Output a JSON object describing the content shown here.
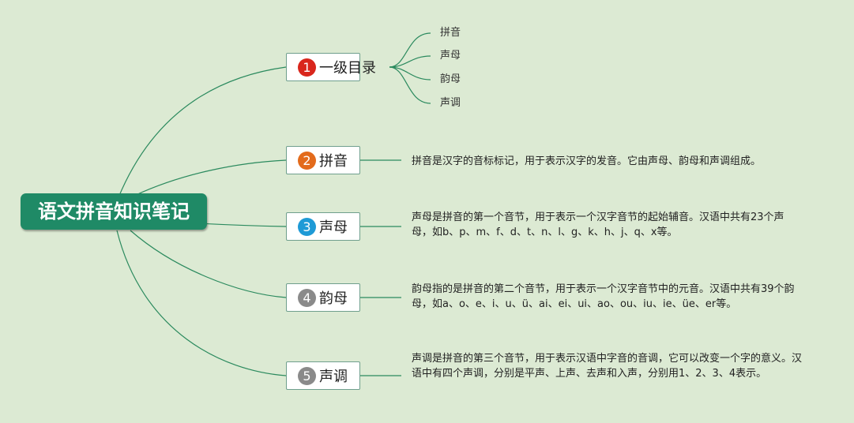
{
  "root": {
    "title": "语文拼音知识笔记"
  },
  "colors": {
    "background": "#dcead3",
    "root_fill": "#1f8a66",
    "line": "#2b8a5e",
    "topic_border": "#6f9f8d"
  },
  "topics": [
    {
      "number": "1",
      "label": "一级目录",
      "badge_color": "#d9261c",
      "children": [
        "拼音",
        "声母",
        "韵母",
        "声调"
      ]
    },
    {
      "number": "2",
      "label": "拼音",
      "badge_color": "#e36b1c",
      "description": "拼音是汉字的音标标记，用于表示汉字的发音。它由声母、韵母和声调组成。"
    },
    {
      "number": "3",
      "label": "声母",
      "badge_color": "#1e9ad6",
      "description": "声母是拼音的第一个音节，用于表示一个汉字音节的起始辅音。汉语中共有23个声母，如b、p、m、f、d、t、n、l、g、k、h、j、q、x等。"
    },
    {
      "number": "4",
      "label": "韵母",
      "badge_color": "#8a8a8a",
      "description": "韵母指的是拼音的第二个音节，用于表示一个汉字音节中的元音。汉语中共有39个韵母，如a、o、e、i、u、ü、ai、ei、ui、ao、ou、iu、ie、üe、er等。"
    },
    {
      "number": "5",
      "label": "声调",
      "badge_color": "#8a8a8a",
      "description": "声调是拼音的第三个音节，用于表示汉语中字音的音调，它可以改变一个字的意义。汉语中有四个声调，分别是平声、上声、去声和入声，分别用1、2、3、4表示。"
    }
  ]
}
